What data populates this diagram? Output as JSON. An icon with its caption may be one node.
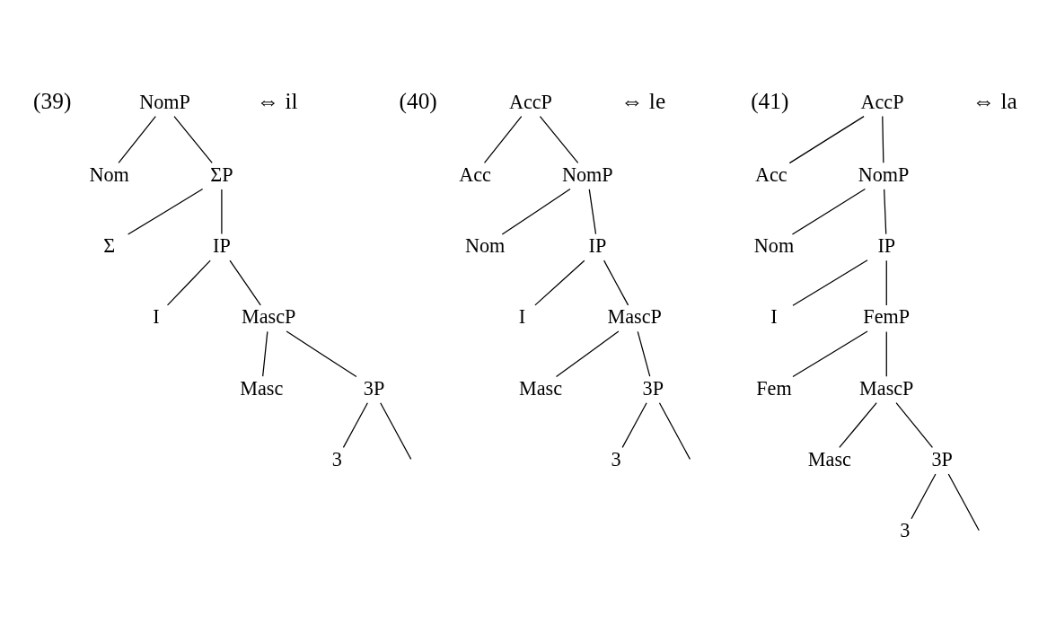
{
  "diagram": {
    "nodes": [
      {
        "text": [
          "NomP"
        ],
        "beside": [
          "⇔ il"
        ]
      },
      {
        "text": [
          "Nom"
        ]
      },
      {
        "text": [
          "ΣP"
        ]
      },
      {
        "text": [
          "Σ"
        ]
      },
      {
        "text": [
          "IP"
        ]
      },
      {
        "text": [
          "I"
        ]
      },
      {
        "text": [
          "MascP"
        ]
      },
      {
        "text": [
          "Masc"
        ]
      },
      {
        "text": [
          "3P"
        ]
      },
      {
        "text": [
          "3"
        ]
      },
      {
        "text": [
          "AccP"
        ],
        "beside": [
          "⇔ le"
        ]
      },
      {
        "text": [
          "Acc"
        ]
      },
      {
        "text": [
          "NomP"
        ]
      },
      {
        "text": [
          "Nom"
        ]
      },
      {
        "text": [
          "IP"
        ]
      },
      {
        "text": [
          "I"
        ]
      },
      {
        "text": [
          "MascP"
        ]
      },
      {
        "text": [
          "Masc"
        ]
      },
      {
        "text": [
          "3P"
        ]
      },
      {
        "text": [
          "3"
        ]
      },
      {
        "text": [
          "AccP"
        ],
        "beside": [
          "⇔ la"
        ]
      },
      {
        "text": [
          "Acc"
        ]
      },
      {
        "text": [
          "NomP"
        ]
      },
      {
        "text": [
          "Nom"
        ]
      },
      {
        "text": [
          "IP"
        ]
      },
      {
        "text": [
          "I"
        ]
      },
      {
        "text": [
          "FemP"
        ]
      },
      {
        "text": [
          "Fem"
        ]
      },
      {
        "text": [
          "MascP"
        ]
      },
      {
        "text": [
          "Masc"
        ]
      },
      {
        "text": [
          "3P"
        ]
      },
      {
        "text": [
          "3"
        ]
      }
    ],
    "edges": [
      {
        "from": 0,
        "to": 1,
        "arrow": "none"
      },
      {
        "from": 0,
        "to": 2,
        "arrow": "none"
      },
      {
        "from": 2,
        "to": 3,
        "arrow": "none"
      },
      {
        "from": 2,
        "to": 4,
        "arrow": "none"
      },
      {
        "from": 4,
        "to": 5,
        "arrow": "none"
      },
      {
        "from": 4,
        "to": 6,
        "arrow": "none"
      },
      {
        "from": 6,
        "to": 7,
        "arrow": "none"
      },
      {
        "from": 6,
        "to": 8,
        "arrow": "none"
      },
      {
        "from": 8,
        "to": 9,
        "arrow": "none"
      },
      {
        "from": 8,
        "to": null,
        "arrow": "none"
      },
      {
        "from": 10,
        "to": 11,
        "arrow": "none"
      },
      {
        "from": 10,
        "to": 12,
        "arrow": "none"
      },
      {
        "from": 12,
        "to": 13,
        "arrow": "none"
      },
      {
        "from": 12,
        "to": 14,
        "arrow": "none"
      },
      {
        "from": 14,
        "to": 15,
        "arrow": "none"
      },
      {
        "from": 14,
        "to": 16,
        "arrow": "none"
      },
      {
        "from": 16,
        "to": 17,
        "arrow": "none"
      },
      {
        "from": 16,
        "to": 18,
        "arrow": "none"
      },
      {
        "from": 18,
        "to": 19,
        "arrow": "none"
      },
      {
        "from": 18,
        "to": null,
        "arrow": "none"
      },
      {
        "from": 20,
        "to": 21,
        "arrow": "none"
      },
      {
        "from": 20,
        "to": 22,
        "arrow": "none"
      },
      {
        "from": 22,
        "to": 23,
        "arrow": "none"
      },
      {
        "from": 22,
        "to": 24,
        "arrow": "none"
      },
      {
        "from": 24,
        "to": 25,
        "arrow": "none"
      },
      {
        "from": 24,
        "to": 26,
        "arrow": "none"
      },
      {
        "from": 26,
        "to": 27,
        "arrow": "none"
      },
      {
        "from": 26,
        "to": 28,
        "arrow": "none"
      },
      {
        "from": 28,
        "to": 29,
        "arrow": "none"
      },
      {
        "from": 28,
        "to": 30,
        "arrow": "none"
      },
      {
        "from": 30,
        "to": 31,
        "arrow": "none"
      },
      {
        "from": 30,
        "to": null,
        "arrow": "none"
      }
    ],
    "labels": [
      "(39)",
      "(40)",
      "(41)"
    ]
  }
}
